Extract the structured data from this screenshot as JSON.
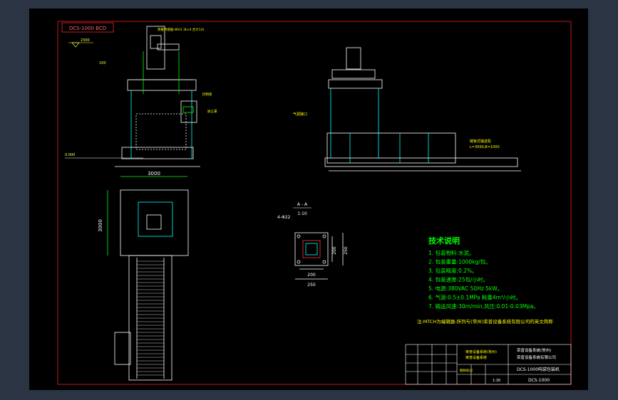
{
  "drawing": {
    "model_tag": "DCS-1000 BCD",
    "section_label": "A - A",
    "section_scale": "1:10",
    "hole_note": "4-Φ22",
    "dims": {
      "width_3000": "3000",
      "height_3000": "3000",
      "dim_200": "200",
      "dim_250_v": "250",
      "dim_250_h": "250",
      "dim_200_h": "200",
      "level_label": "0.000",
      "level_top": "2300",
      "level_mid": "100"
    },
    "tech_title": "技术说明",
    "tech_lines": [
      "1. 包装物料:水泥。",
      "2. 包装重量:1000kg/包。",
      "3. 包装精度:0.2%。",
      "4. 包装速度:25包/小时。",
      "5. 电源:380VAC 50Hz 5kW。",
      "6. 气源:0.5±0.1MPa  耗量4m³/小时。",
      "7. 输送风速:30m/min,风压:0.01-0.03Mpa。"
    ],
    "note_line": "注:MTCH为编辑器-所列与(常州)荣普设备系统有限公司的英文简称",
    "annotations": {
      "side_left_top": "称重传感器 WH1 3t×4 合计12t",
      "side_right_label": "控制柜",
      "side_right_label2": "防尘罩",
      "pipe_label": "气源接口",
      "conveyor_label": "链板式输送机",
      "conveyor_size": "L=3000,B=1000"
    },
    "title_block": {
      "company_line1": "荣普设备系统(常州)",
      "company_line2": "荣普设备系统有限公司",
      "drawing_name": "DCS-1000吨袋包装机",
      "drawing_no": "DCS-1000",
      "stamp_text": "荣普设备系统",
      "rev_label": "图样标记",
      "scale_label": "1:30"
    }
  }
}
